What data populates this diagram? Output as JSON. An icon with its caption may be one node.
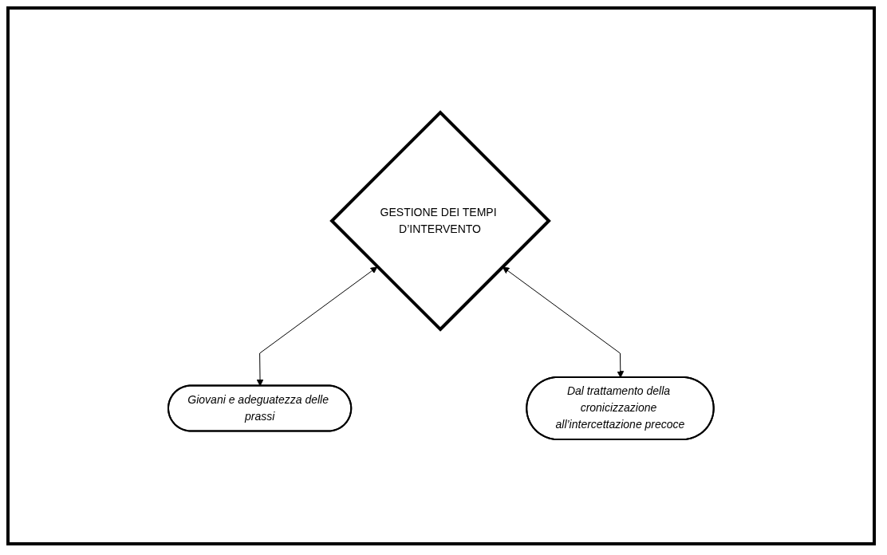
{
  "diagram": {
    "nodes": [
      {
        "text": [
          "GESTIONE DEI TEMPI D’INTERVENTO"
        ]
      },
      {
        "text": [
          "Giovani e adeguatezza delle prassi"
        ]
      },
      {
        "text": [
          "Dal trattamento della cronicizzazione all’intercettazione precoce"
        ]
      }
    ],
    "edges": [
      {
        "from": 0,
        "to": 1,
        "arrow": "both"
      },
      {
        "from": 0,
        "to": 2,
        "arrow": "both"
      }
    ]
  }
}
